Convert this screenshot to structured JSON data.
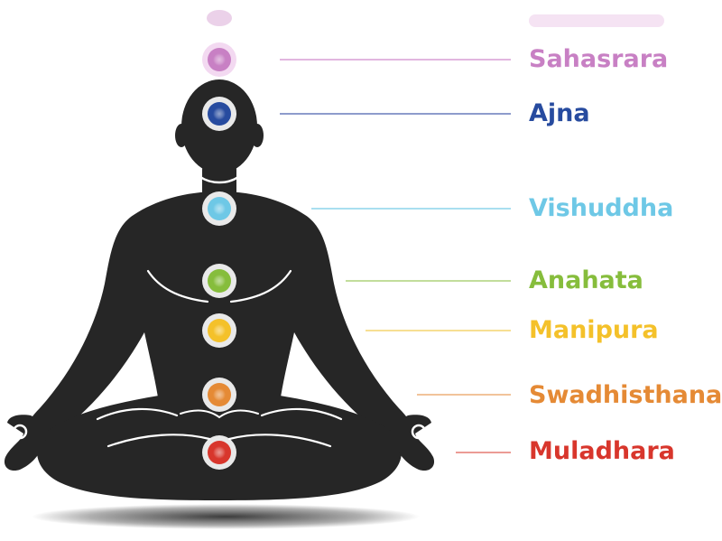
{
  "diagram": {
    "chakras": [
      {
        "name": "Sahasrara",
        "color": "#c880c4",
        "line": "#e2b6df"
      },
      {
        "name": "Ajna",
        "color": "#274b9f",
        "line": "#8e9ccc"
      },
      {
        "name": "Vishuddha",
        "color": "#6ec8e6",
        "line": "#a9dff0"
      },
      {
        "name": "Anahata",
        "color": "#86bd3c",
        "line": "#c2dd9b"
      },
      {
        "name": "Manipura",
        "color": "#f4c12a",
        "line": "#f7df93"
      },
      {
        "name": "Swadhisthana",
        "color": "#e58a35",
        "line": "#f1c39a"
      },
      {
        "name": "Muladhara",
        "color": "#d8362c",
        "line": "#ec9b95"
      }
    ],
    "figure_color": "#262626"
  }
}
